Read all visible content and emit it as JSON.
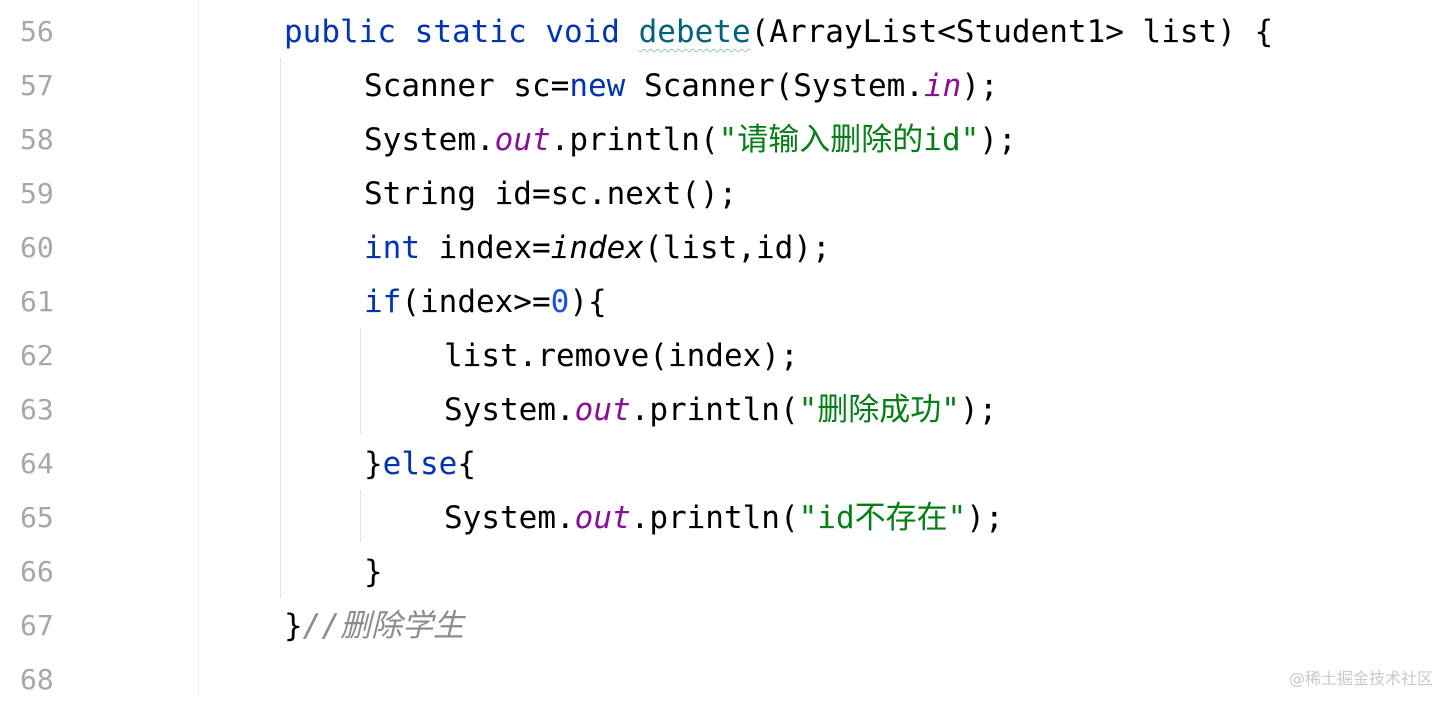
{
  "editor": {
    "language": "java",
    "line_numbers": [
      "56",
      "57",
      "58",
      "59",
      "60",
      "61",
      "62",
      "63",
      "64",
      "65",
      "66",
      "67",
      "68"
    ],
    "lines": {
      "l56": {
        "kw_public": "public",
        "sp1": " ",
        "kw_static": "static",
        "sp2": " ",
        "kw_void": "void",
        "sp3": " ",
        "method_name": "debete",
        "params": "(ArrayList<Student1> list) {"
      },
      "l57": {
        "text1": "Scanner sc=",
        "kw_new": "new",
        "text2": " Scanner(System.",
        "field_in": "in",
        "text3": ");"
      },
      "l58": {
        "text1": "System.",
        "field_out": "out",
        "text2": ".println(",
        "string": "\"请输入删除的id\"",
        "text3": ");"
      },
      "l59": {
        "text1": "String id=sc.next();"
      },
      "l60": {
        "kw_int": "int",
        "text1": " index=",
        "call_index": "index",
        "text2": "(list,id);"
      },
      "l61": {
        "kw_if": "if",
        "text1": "(index>=",
        "number": "0",
        "text2": "){"
      },
      "l62": {
        "text1": "list.remove(index);"
      },
      "l63": {
        "text1": "System.",
        "field_out": "out",
        "text2": ".println(",
        "string": "\"删除成功\"",
        "text3": ");"
      },
      "l64": {
        "text1": "}",
        "kw_else": "else",
        "text2": "{"
      },
      "l65": {
        "text1": "System.",
        "field_out": "out",
        "text2": ".println(",
        "string": "\"id不存在\"",
        "text3": ");"
      },
      "l66": {
        "text1": "}"
      },
      "l67": {
        "text1": "}",
        "comment": "//删除学生"
      },
      "l68": {}
    },
    "colors": {
      "keyword": "#0033b3",
      "method_declaration": "#00627a",
      "static_field": "#871094",
      "string": "#067d17",
      "number": "#1750eb",
      "comment": "#8c8c8c",
      "line_number": "#a3a8ad"
    }
  },
  "watermark": "@稀土掘金技术社区"
}
